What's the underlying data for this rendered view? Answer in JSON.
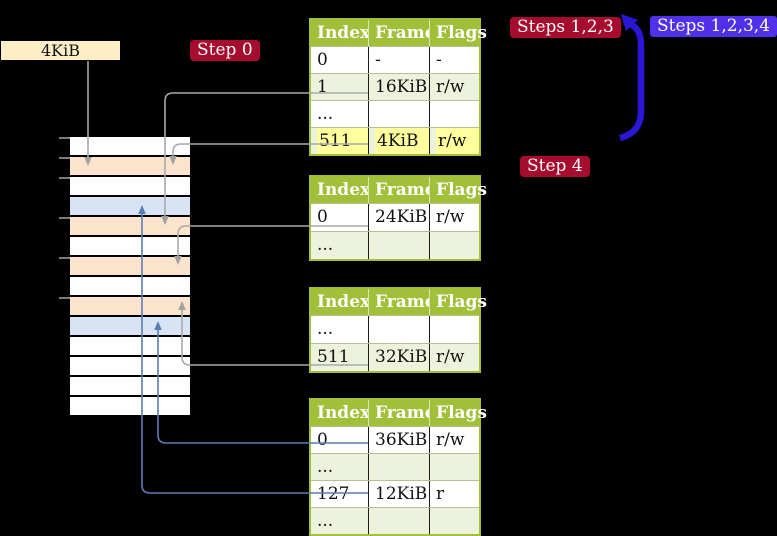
{
  "labels": {
    "memory_box": "4KiB",
    "step0": "Step 0",
    "steps123": "Steps 1,2,3",
    "steps1234": "Steps 1,2,3,4",
    "step4": "Step 4"
  },
  "tables": [
    {
      "name": "page-table-at-4KiB",
      "headers": [
        "Index",
        "Frame",
        "Flags"
      ],
      "rows": [
        {
          "cells": [
            "0",
            "-",
            "-"
          ],
          "shade": false,
          "highlight": false
        },
        {
          "cells": [
            "1",
            "16KiB",
            "r/w"
          ],
          "shade": true,
          "highlight": false
        },
        {
          "cells": [
            "...",
            "",
            ""
          ],
          "shade": false,
          "highlight": false
        },
        {
          "cells": [
            "511",
            "4KiB",
            "r/w"
          ],
          "shade": true,
          "highlight": true
        }
      ]
    },
    {
      "name": "page-table-at-16KiB",
      "headers": [
        "Index",
        "Frame",
        "Flags"
      ],
      "rows": [
        {
          "cells": [
            "0",
            "24KiB",
            "r/w"
          ],
          "shade": false,
          "highlight": false
        },
        {
          "cells": [
            "...",
            "",
            ""
          ],
          "shade": true,
          "highlight": false
        }
      ]
    },
    {
      "name": "page-table-at-24KiB",
      "headers": [
        "Index",
        "Frame",
        "Flags"
      ],
      "rows": [
        {
          "cells": [
            "...",
            "",
            ""
          ],
          "shade": false,
          "highlight": false
        },
        {
          "cells": [
            "511",
            "32KiB",
            "r/w"
          ],
          "shade": true,
          "highlight": false
        }
      ]
    },
    {
      "name": "page-table-at-32KiB",
      "headers": [
        "Index",
        "Frame",
        "Flags"
      ],
      "rows": [
        {
          "cells": [
            "0",
            "36KiB",
            "r/w"
          ],
          "shade": false,
          "highlight": false
        },
        {
          "cells": [
            "...",
            "",
            ""
          ],
          "shade": true,
          "highlight": false
        },
        {
          "cells": [
            "127",
            "12KiB",
            "r"
          ],
          "shade": false,
          "highlight": false
        },
        {
          "cells": [
            "...",
            "",
            ""
          ],
          "shade": true,
          "highlight": false
        }
      ]
    }
  ],
  "memory_strip": {
    "rows": [
      "free",
      "pagetable",
      "free",
      "page",
      "pagetable",
      "free",
      "pagetable",
      "free",
      "pagetable",
      "page",
      "free",
      "free",
      "free",
      "free"
    ]
  },
  "colors": {
    "table_header_green": "#a2bf3a",
    "table_shade_green": "#edf2dc",
    "highlight_yellow": "#ffff9d",
    "frame_peach": "#fce3cc",
    "mapped_page_blue": "#d8e4f3",
    "memory_box_beige": "#fdeec6",
    "badge_red": "#a60c2e",
    "badge_blue": "#5030e8",
    "big_arrow_blue": "#2a17d6",
    "connector_gray": "#a9a9a9",
    "connector_blue": "#5b7db4"
  }
}
